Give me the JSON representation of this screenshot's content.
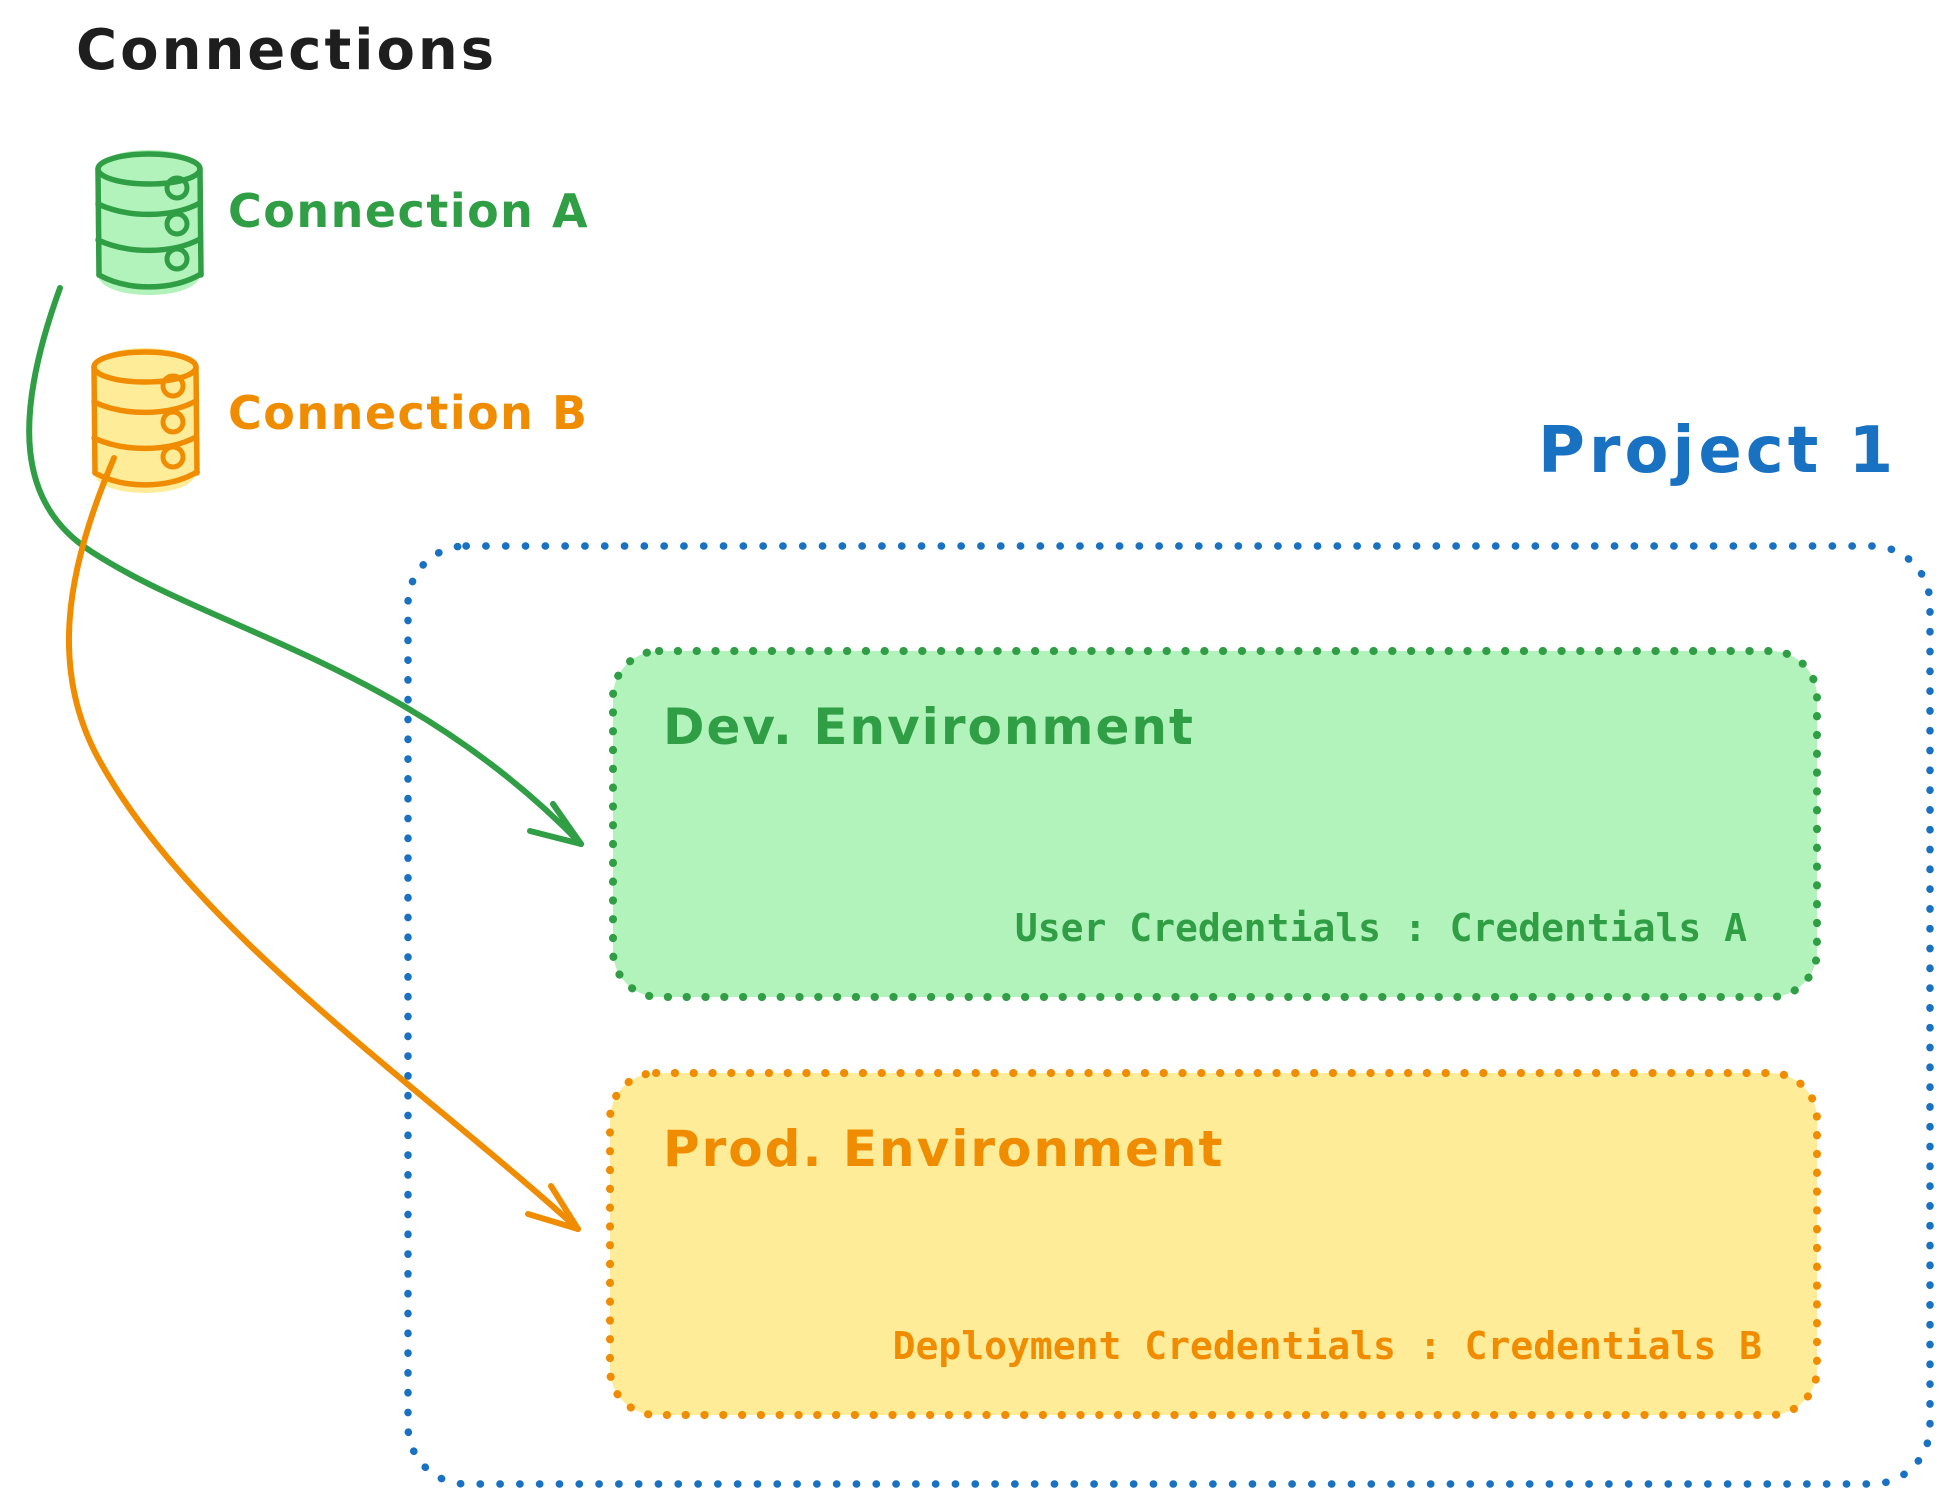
{
  "title": "Connections",
  "colors": {
    "text_black": "#1e1e1e",
    "green_stroke": "#2f9e44",
    "green_fill": "#b2f2bb",
    "orange_stroke": "#f08c00",
    "orange_fill": "#ffec99",
    "blue_stroke": "#1971c2"
  },
  "connections": [
    {
      "label": "Connection A",
      "color": "#2f9e44",
      "icon": "database-icon"
    },
    {
      "label": "Connection B",
      "color": "#f08c00",
      "icon": "database-icon"
    }
  ],
  "project": {
    "title": "Project 1",
    "environments": [
      {
        "name": "Dev. Environment",
        "credentials_label": "User Credentials : Credentials A"
      },
      {
        "name": "Prod. Environment",
        "credentials_label": "Deployment Credentials : Credentials B"
      }
    ]
  },
  "arrows": [
    {
      "name": "connection-a-to-dev-arrow",
      "color": "#2f9e44"
    },
    {
      "name": "connection-b-to-prod-arrow",
      "color": "#f08c00"
    }
  ]
}
